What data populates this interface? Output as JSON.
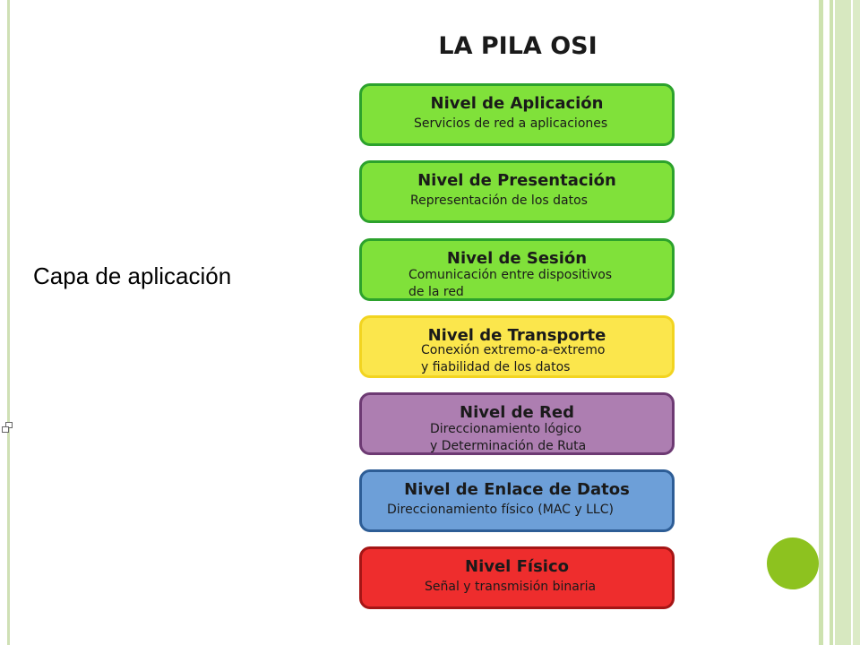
{
  "slide": {
    "text": "Capa de aplicación"
  },
  "diagram": {
    "title": "LA PILA OSI",
    "layers": [
      {
        "name": "Nivel de Aplicación",
        "desc": "Servicios de red a aplicaciones"
      },
      {
        "name": "Nivel de Presentación",
        "desc": "Representación de los datos"
      },
      {
        "name": "Nivel de Sesión",
        "desc": "Comunicación entre dispositivos\nde la red"
      },
      {
        "name": "Nivel de Transporte",
        "desc": "Conexión extremo-a-extremo\ny fiabilidad de los datos"
      },
      {
        "name": "Nivel de Red",
        "desc": "Direccionamiento lógico\ny Determinación de Ruta"
      },
      {
        "name": "Nivel de Enlace de Datos",
        "desc": "Direccionamiento físico (MAC y LLC)"
      },
      {
        "name": "Nivel Físico",
        "desc": "Señal y transmisión binaria"
      }
    ]
  },
  "colors": {
    "green_fill": "#80e13a",
    "yellow_fill": "#fbe64c",
    "purple_fill": "#ad7eb1",
    "blue_fill": "#6d9fd8",
    "red_fill": "#ee2d2d",
    "accent_dot": "#8dc21f"
  }
}
